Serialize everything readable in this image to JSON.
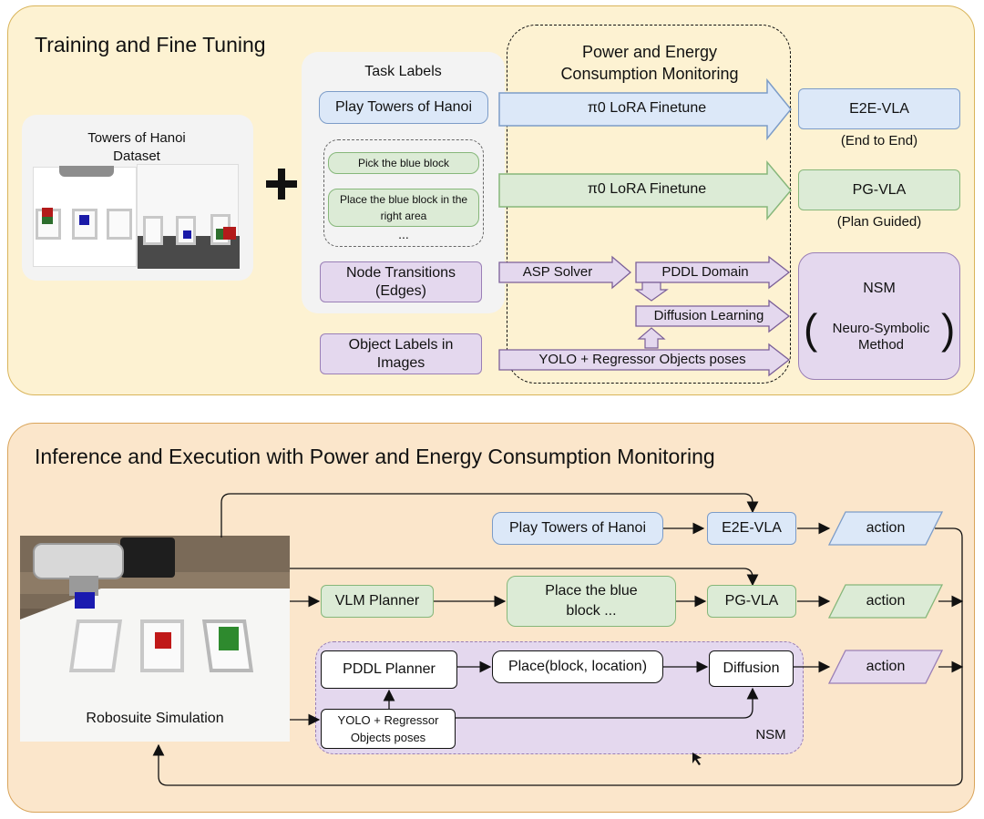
{
  "top": {
    "title": "Training and Fine Tuning",
    "dataset_label": "Towers of Hanoi Dataset",
    "task_labels_title": "Task Labels",
    "play_label": "Play Towers of Hanoi",
    "pick_label": "Pick the blue block",
    "place_label": "Place the blue block in the right area",
    "ellipsis": "...",
    "node_transitions": "Node Transitions (Edges)",
    "object_labels": "Object Labels in Images",
    "monitor_title": "Power and Energy Consumption Monitoring",
    "lora1": "π0  LoRA Finetune",
    "lora2": "π0  LoRA Finetune",
    "asp": "ASP Solver",
    "pddl_domain": "PDDL Domain",
    "diffusion_learning": "Diffusion Learning",
    "yolo": "YOLO + Regressor Objects poses",
    "e2e": "E2E-VLA",
    "e2e_sub": "(End to End)",
    "pg": "PG-VLA",
    "pg_sub": "(Plan Guided)",
    "nsm": "NSM",
    "nsm_sub": "Neuro-Symbolic Method"
  },
  "bottom": {
    "title": "Inference and Execution with Power and Energy Consumption Monitoring",
    "sim_label": "Robosuite Simulation",
    "play_label": "Play Towers of Hanoi",
    "e2e": "E2E-VLA",
    "action1": "action",
    "vlm": "VLM Planner",
    "place_bubble": "Place the blue block ...",
    "pg": "PG-VLA",
    "action2": "action",
    "pddl_planner": "PDDL Planner",
    "place_fn": "Place(block, location)",
    "diffusion": "Diffusion",
    "action3": "action",
    "yolo": "YOLO + Regressor Objects poses",
    "nsm": "NSM"
  },
  "colors": {
    "blue_fill": "#dce8f8",
    "green_fill": "#dcebd6",
    "purple_fill": "#e4d8ee",
    "top_panel": "#fdf2d2",
    "bottom_panel": "#fbe6cb"
  }
}
